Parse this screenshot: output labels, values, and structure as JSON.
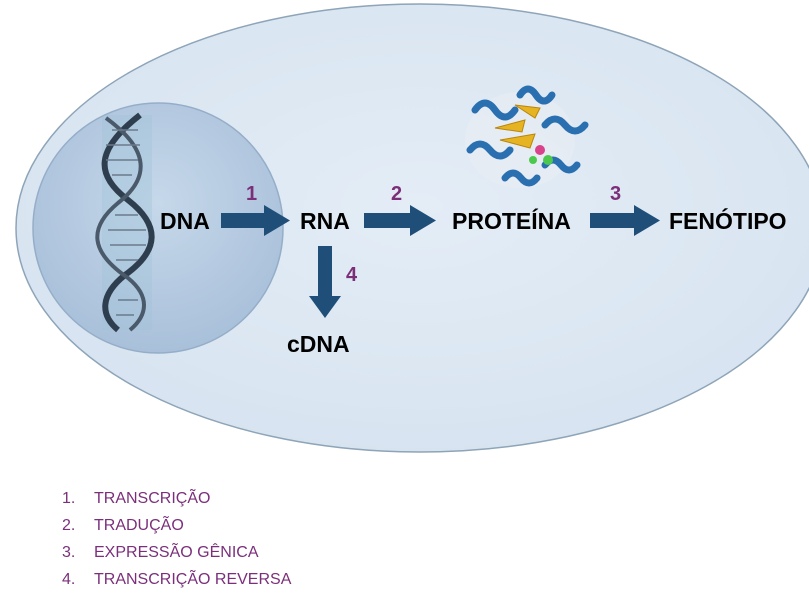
{
  "nodes": {
    "dna": "DNA",
    "rna": "RNA",
    "protein": "PROTEÍNA",
    "phenotype": "FENÓTIPO",
    "cdna": "cDNA"
  },
  "steps": {
    "s1": "1",
    "s2": "2",
    "s3": "3",
    "s4": "4"
  },
  "legend": [
    {
      "num": "1.",
      "label": "TRANSCRIÇÃO"
    },
    {
      "num": "2.",
      "label": "TRADUÇÃO"
    },
    {
      "num": "3.",
      "label": "EXPRESSÃO GÊNICA"
    },
    {
      "num": "4.",
      "label": "TRANSCRIÇÃO REVERSA"
    }
  ],
  "colors": {
    "cell_fill": "#dde8f3",
    "nucleus_fill": "#b8cde3",
    "arrow": "#1f4e79",
    "step_number": "#7a2f78",
    "legend_text": "#7b2f7b"
  },
  "icons": {
    "dna_image": "dna-double-helix-icon",
    "protein_image": "protein-structure-icon"
  }
}
